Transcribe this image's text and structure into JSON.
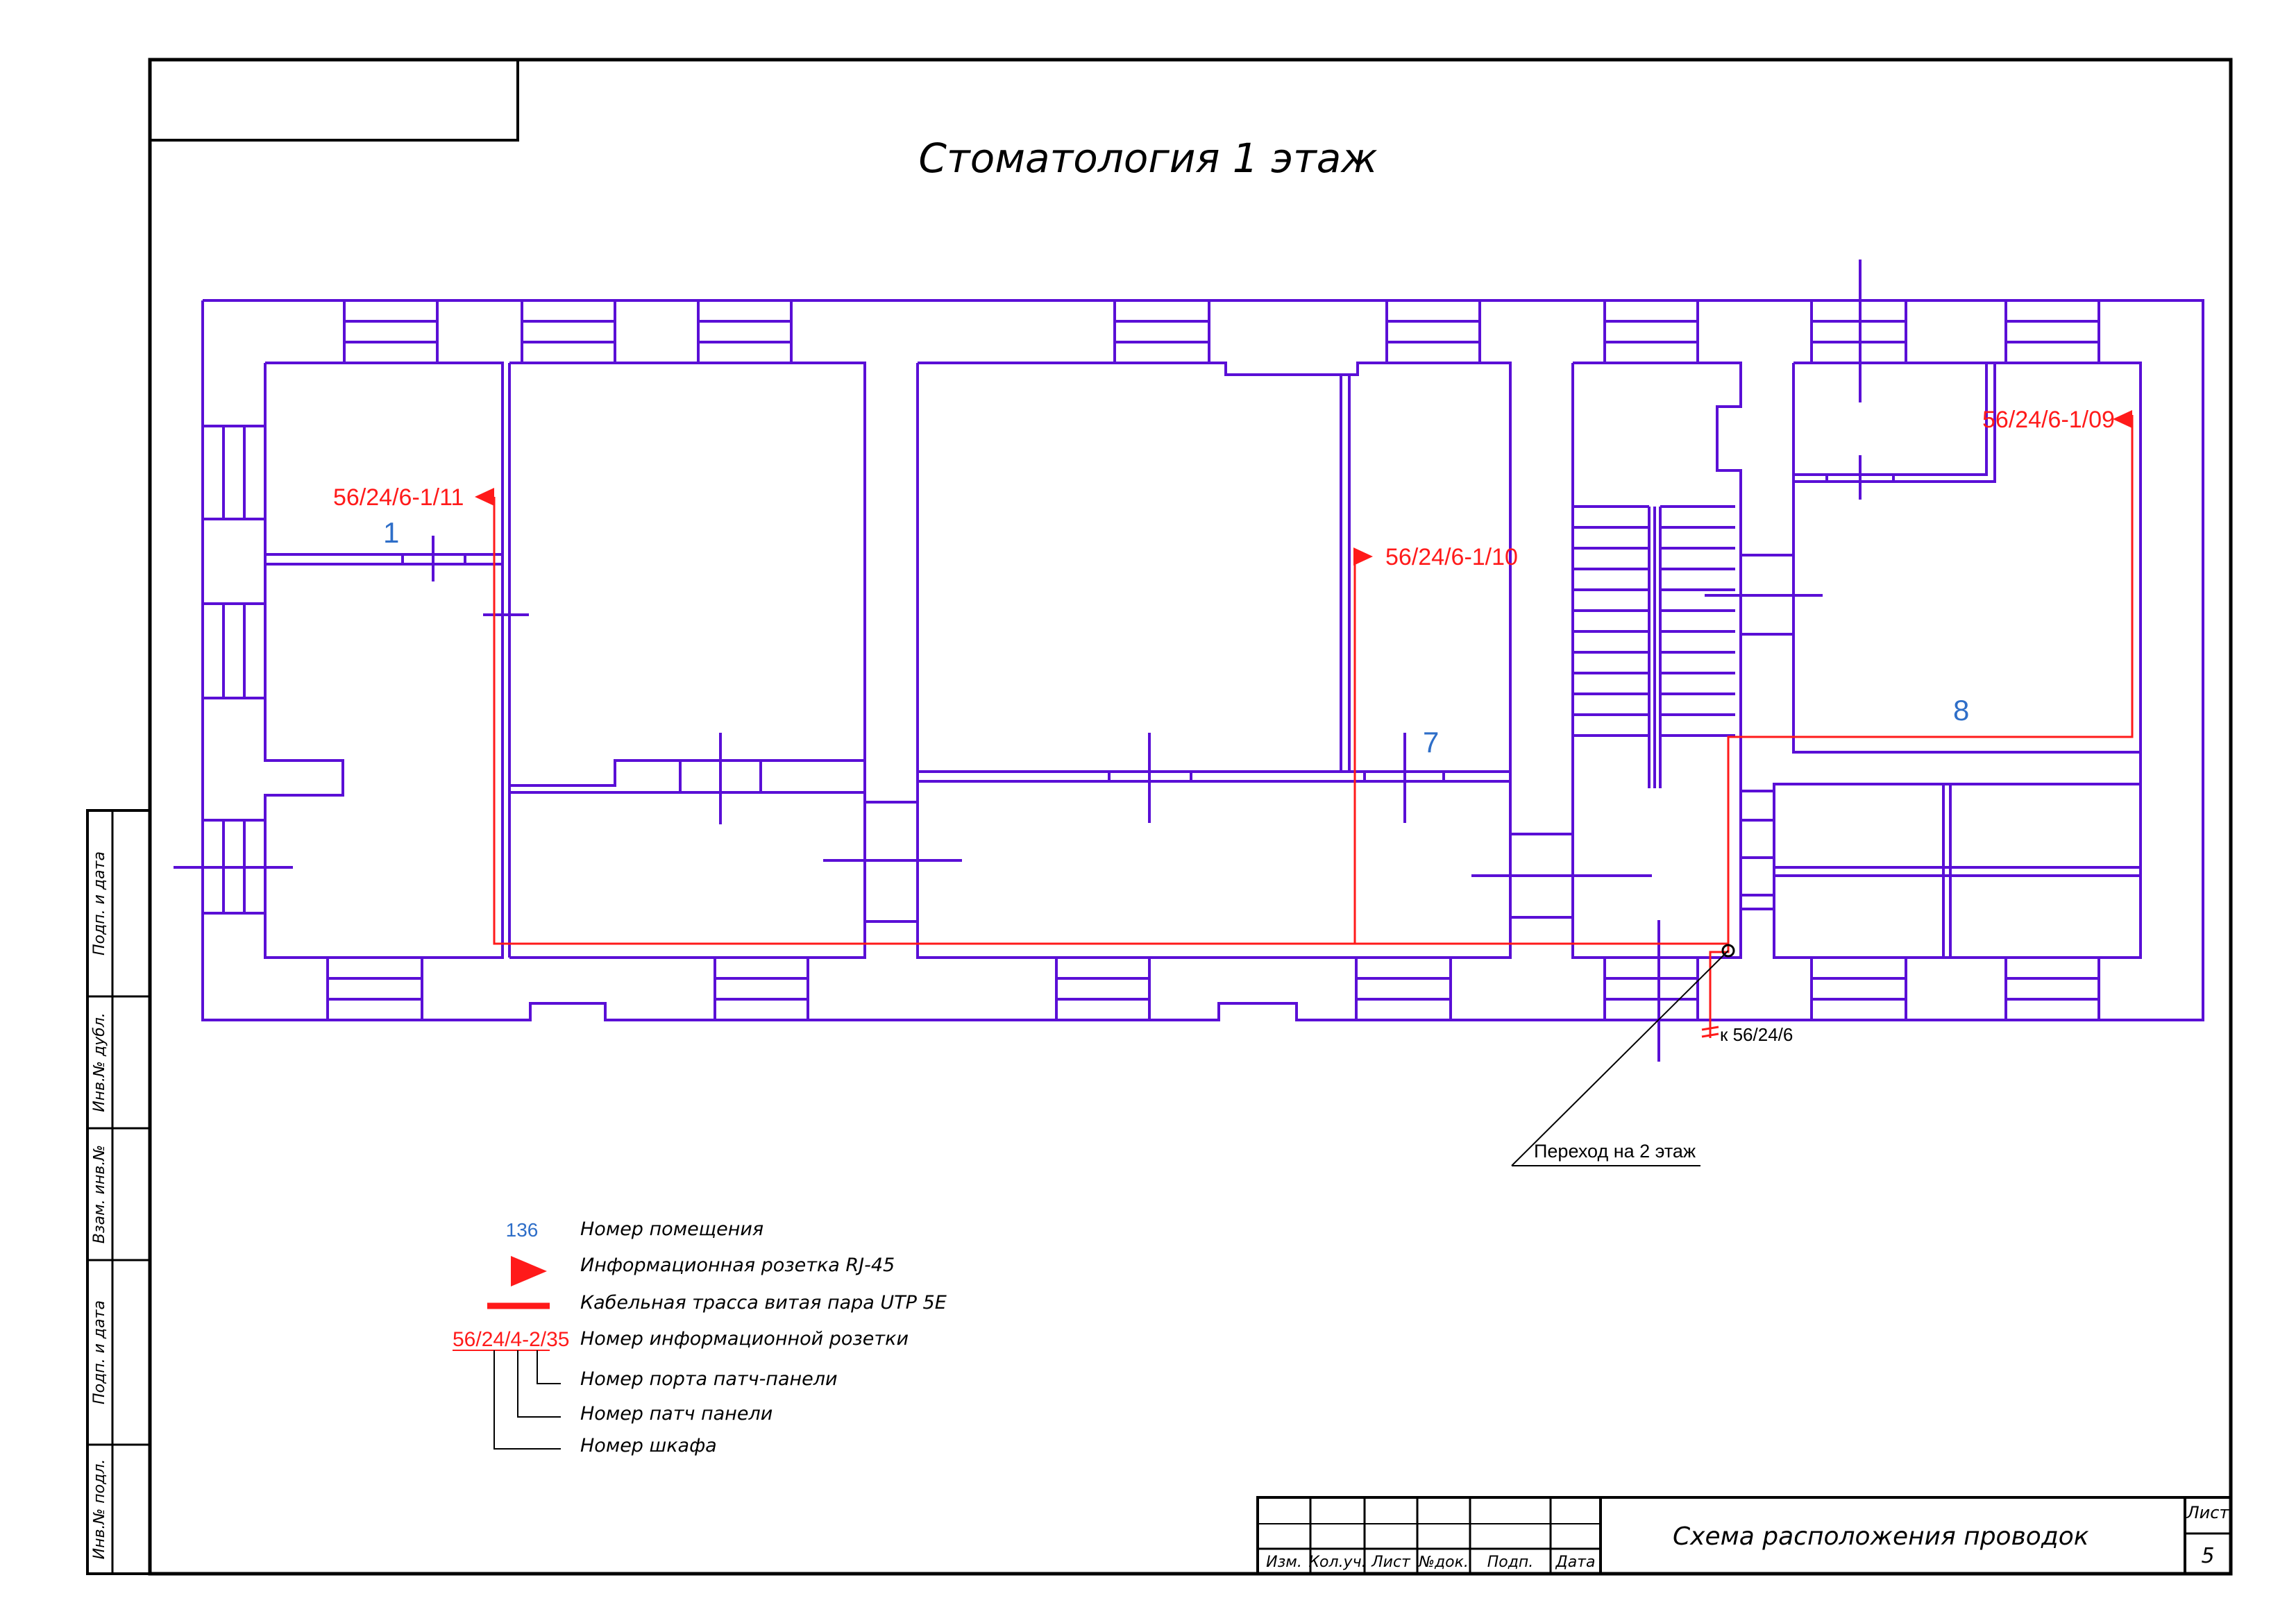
{
  "title": "Стоматология 1 этаж",
  "rooms": [
    {
      "id": "room-1",
      "label": "1"
    },
    {
      "id": "room-7",
      "label": "7"
    },
    {
      "id": "room-8",
      "label": "8"
    }
  ],
  "outlets": [
    {
      "id": "outlet-11",
      "label": "56/24/6-1/11",
      "direction": "left"
    },
    {
      "id": "outlet-10",
      "label": "56/24/6-1/10",
      "direction": "right"
    },
    {
      "id": "outlet-09",
      "label": "56/24/6-1/09",
      "direction": "left"
    }
  ],
  "riser": {
    "to_cabinet": "к 56/24/6",
    "transition_label": "Переход на 2 этаж"
  },
  "legend": {
    "room_example": "136",
    "room_text": "Номер помещения",
    "outlet_text": "Информационная розетка RJ-45",
    "cable_text": "Кабельная трасса витая пара UTP 5E",
    "code_example": "56/24/4-2/35",
    "code_text": "Номер информационной розетки",
    "port_text": "Номер порта патч-панели",
    "panel_text": "Номер патч панели",
    "cabinet_text": "Номер шкафа"
  },
  "side_stamp": [
    "Подп. и дата",
    "Инв.№ дубл.",
    "Взам. инв.№",
    "Подп. и дата",
    "Инв.№ подл."
  ],
  "title_block": {
    "columns": [
      "Изм.",
      "Кол.уч.",
      "Лист",
      "№док.",
      "Подп.",
      "Дата"
    ],
    "drawing_name": "Схема расположения проводок",
    "sheet_label": "Лист",
    "sheet_number": "5"
  },
  "colors": {
    "walls": "#5a0fd6",
    "cable": "#ff1a1a",
    "room_numbers": "#2e6ec8",
    "frame": "#000000"
  }
}
